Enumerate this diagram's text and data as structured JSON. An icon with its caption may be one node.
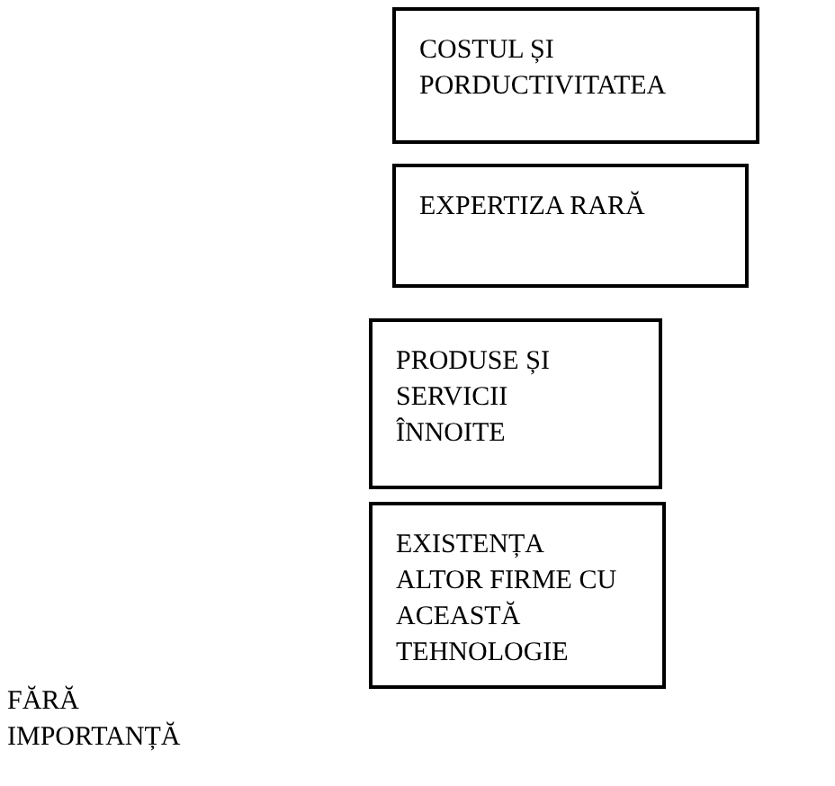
{
  "diagram": {
    "nodes": [
      {
        "text": [
          "COSTUL ȘI PORDUCTIVITATEA"
        ]
      },
      {
        "text": [
          "EXPERTIZA RARĂ"
        ]
      },
      {
        "text": [
          "PRODUSE ȘI SERVICII ÎNNOITE"
        ]
      },
      {
        "text": [
          "EXISTENȚA ALTOR FIRME CU ACEASTĂ TEHNOLOGIE"
        ]
      }
    ],
    "labels": [
      "FĂRĂ IMPORTANȚĂ"
    ]
  }
}
